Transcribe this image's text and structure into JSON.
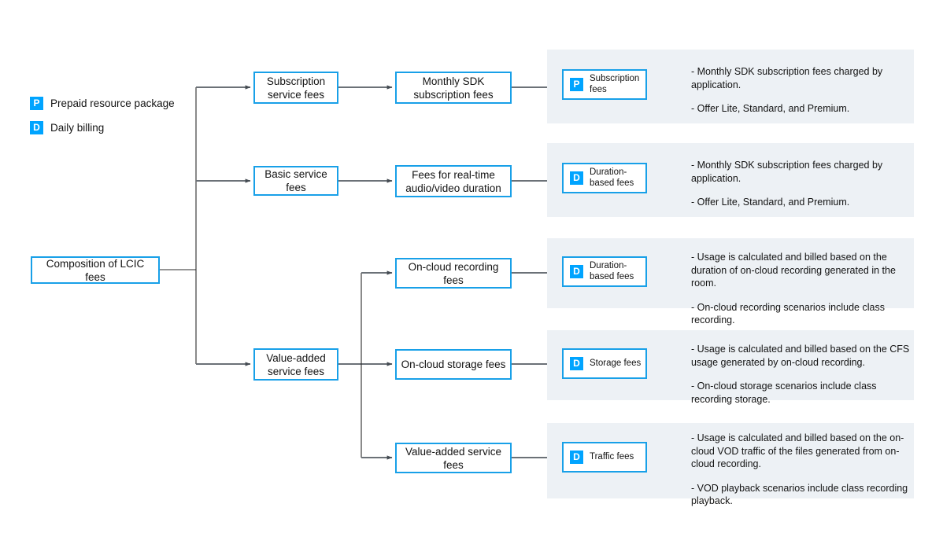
{
  "legend": {
    "items": [
      {
        "badge": "P",
        "label": "Prepaid resource package"
      },
      {
        "badge": "D",
        "label": "Daily billing"
      }
    ]
  },
  "colors": {
    "accent_border": "#18a0e8",
    "badge_fill": "#00a4ff",
    "panel_background": "#edf1f5",
    "connector": "#5f5f5f",
    "text": "#131313"
  },
  "root": {
    "label": "Composition of LCIC fees"
  },
  "level1": [
    {
      "label": "Subscription service fees"
    },
    {
      "label": "Basic service fees"
    },
    {
      "label": "Value-added service fees"
    }
  ],
  "level2": [
    {
      "label": "Monthly SDK subscription fees"
    },
    {
      "label": "Fees for real-time audio/video duration"
    },
    {
      "label": "On-cloud recording fees"
    },
    {
      "label": "On-cloud storage fees"
    },
    {
      "label": "Value-added service fees"
    }
  ],
  "panels": [
    {
      "badge": "P",
      "kind": "Subscription fees",
      "lines": [
        "- Monthly SDK subscription fees charged by application.",
        "- Offer Lite, Standard, and Premium."
      ]
    },
    {
      "badge": "D",
      "kind": "Duration-based fees",
      "lines": [
        "- Monthly SDK subscription fees charged by application.",
        "- Offer Lite, Standard, and Premium."
      ]
    },
    {
      "badge": "D",
      "kind": "Duration-based fees",
      "lines": [
        "- Usage is calculated and billed based on the duration of on-cloud recording generated in the room.",
        "- On-cloud recording scenarios include class recording."
      ]
    },
    {
      "badge": "D",
      "kind": "Storage fees",
      "lines": [
        "- Usage is calculated and billed based on the CFS usage generated by on-cloud recording.",
        "- On-cloud storage scenarios include class recording storage."
      ]
    },
    {
      "badge": "D",
      "kind": "Traffic fees",
      "lines": [
        "- Usage is calculated and billed based on the on-cloud VOD traffic of the files generated from on-cloud recording.",
        "- VOD playback scenarios include class recording playback."
      ]
    }
  ]
}
